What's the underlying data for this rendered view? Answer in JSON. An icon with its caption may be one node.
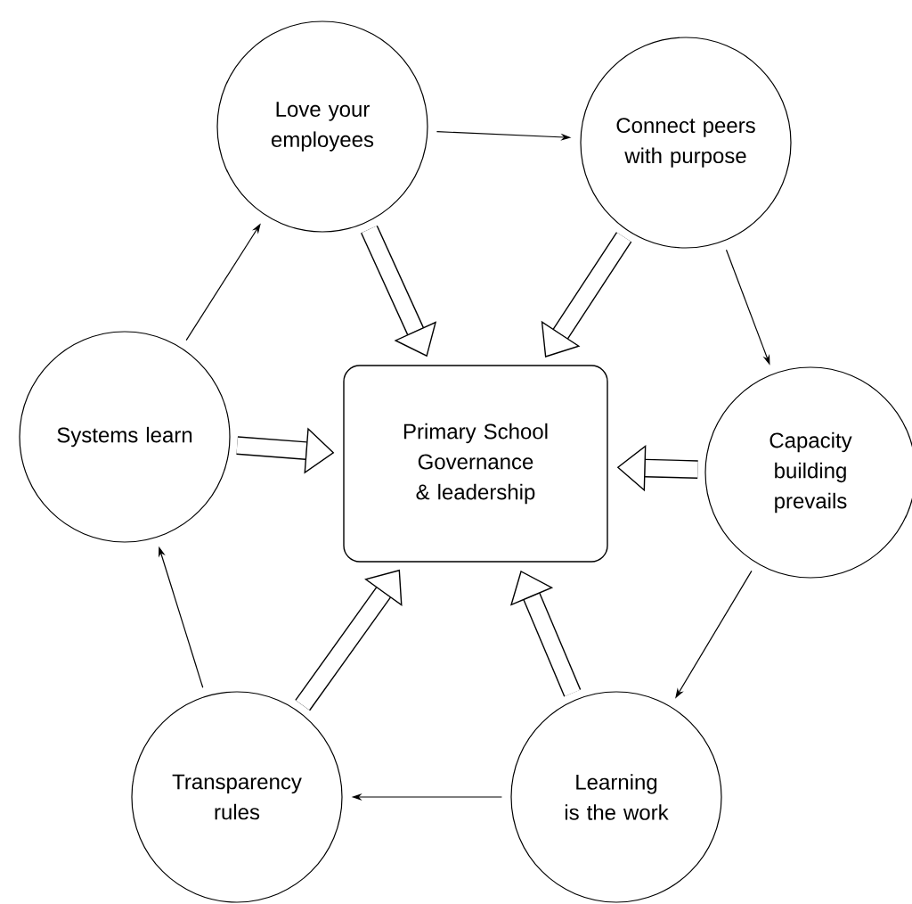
{
  "diagram": {
    "nodes": [
      {
        "text": [
          "Primary School Governance & leadership"
        ]
      },
      {
        "text": [
          "Love your employees"
        ]
      },
      {
        "text": [
          "Connect peers with purpose"
        ]
      },
      {
        "text": [
          "Systems learn"
        ]
      },
      {
        "text": [
          "Capacity building prevails"
        ]
      },
      {
        "text": [
          "Transparency rules"
        ]
      },
      {
        "text": [
          "Learning is the work"
        ]
      }
    ],
    "edges": [
      {
        "from": 1,
        "to": 2,
        "arrow": "to"
      },
      {
        "from": 2,
        "to": 4,
        "arrow": "to"
      },
      {
        "from": 4,
        "to": 6,
        "arrow": "to"
      },
      {
        "from": 6,
        "to": 5,
        "arrow": "to"
      },
      {
        "from": 5,
        "to": 3,
        "arrow": "to"
      },
      {
        "from": 3,
        "to": 1,
        "arrow": "to"
      },
      {
        "from": 1,
        "to": 0,
        "arrow": "to",
        "style": "thick"
      },
      {
        "from": 2,
        "to": 0,
        "arrow": "to",
        "style": "thick"
      },
      {
        "from": 3,
        "to": 0,
        "arrow": "to",
        "style": "thick"
      },
      {
        "from": 4,
        "to": 0,
        "arrow": "to",
        "style": "thick"
      },
      {
        "from": 5,
        "to": 0,
        "arrow": "to",
        "style": "thick"
      },
      {
        "from": 6,
        "to": 0,
        "arrow": "to",
        "style": "thick"
      }
    ]
  }
}
